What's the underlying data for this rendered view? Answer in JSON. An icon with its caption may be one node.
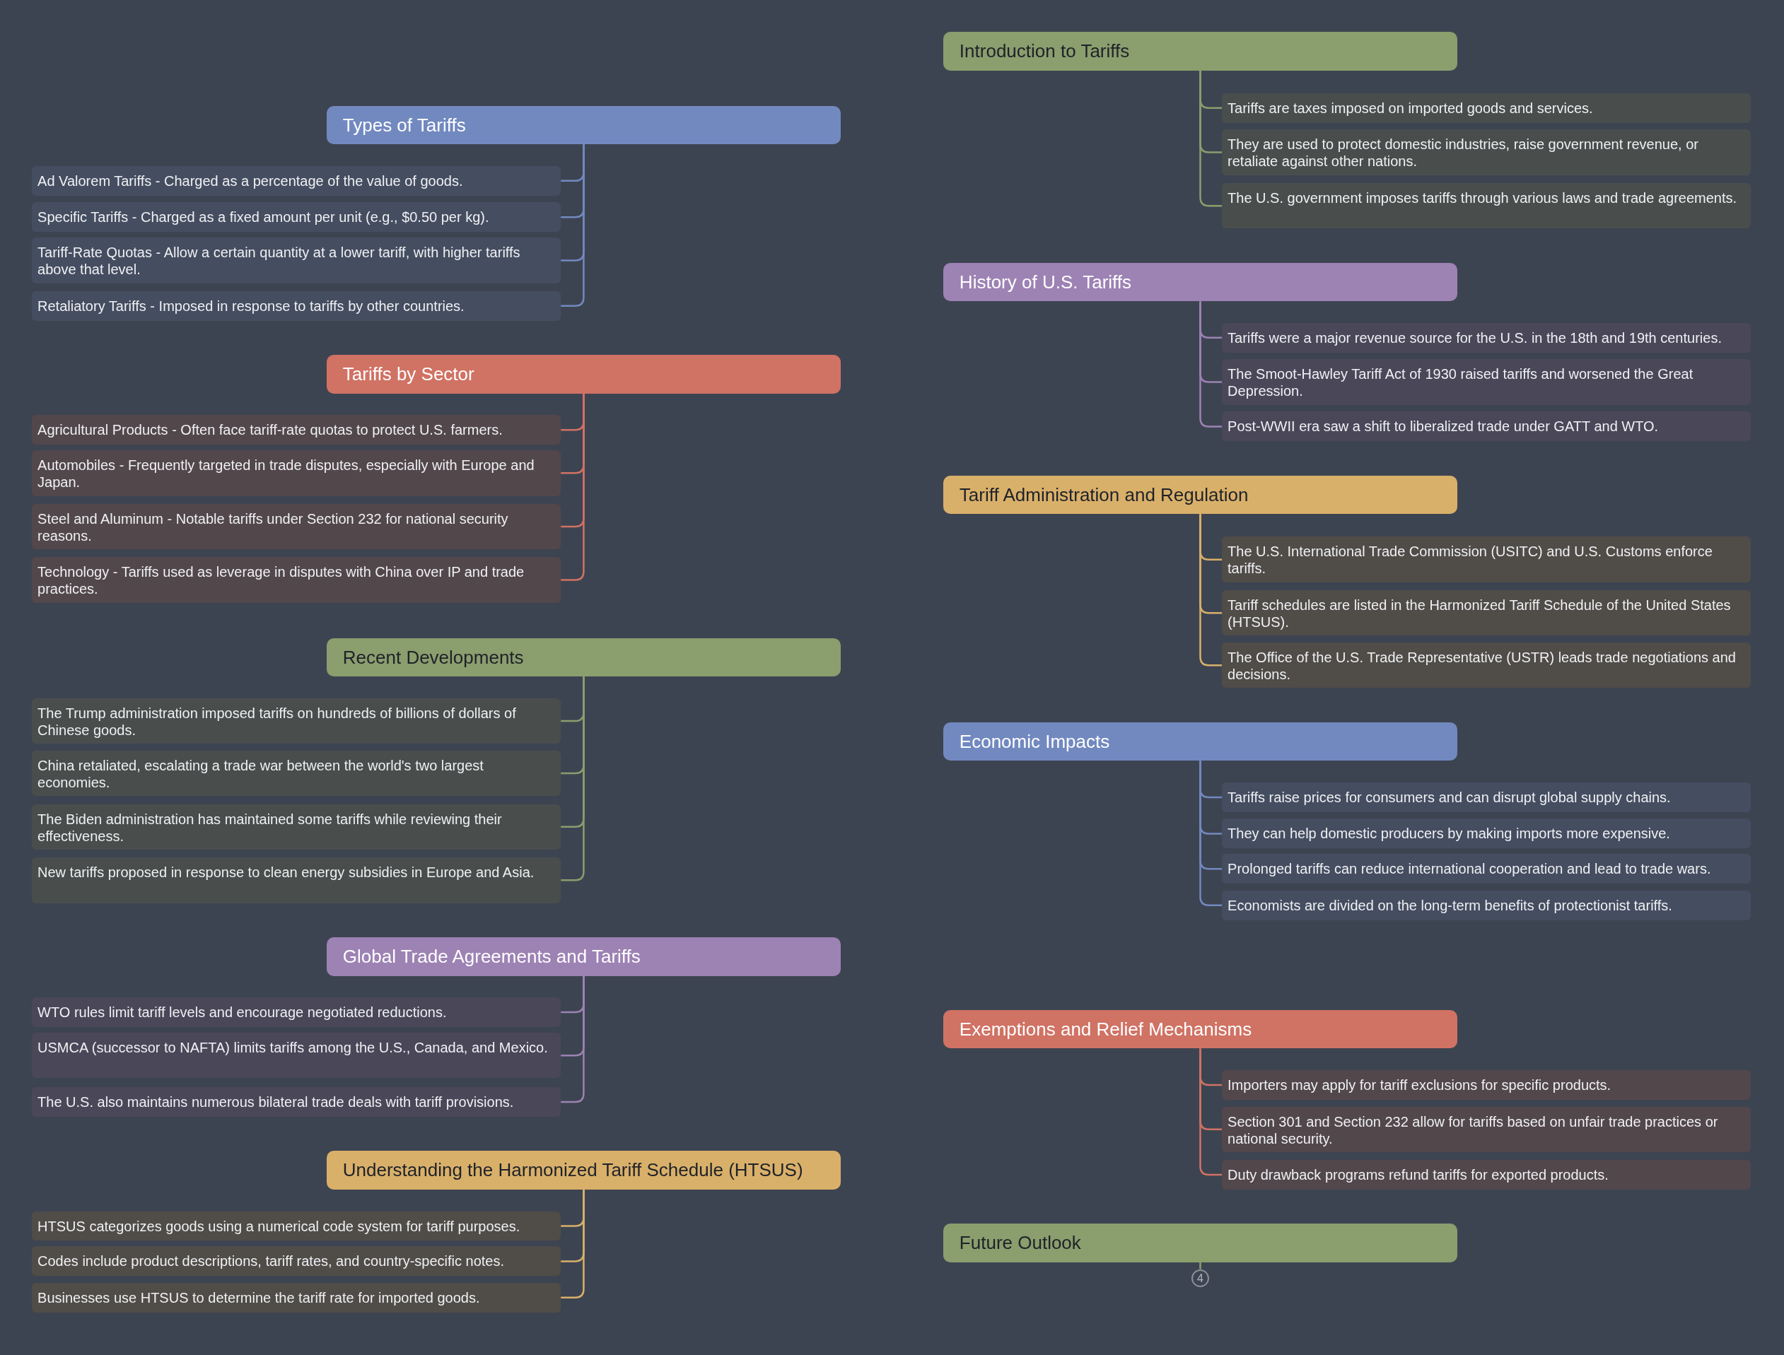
{
  "diagram": {
    "nodes": [
      {
        "text": [
          "Types of Tariffs"
        ]
      },
      {
        "text": [
          "Ad Valorem Tariffs - Charged as a percentage of the value of goods."
        ]
      },
      {
        "text": [
          "Specific Tariffs - Charged as a fixed amount per unit (e.g., $0.50 per kg)."
        ]
      },
      {
        "text": [
          "Tariff-Rate Quotas - Allow a certain quantity at a lower tariff, with higher tariffs above that level."
        ]
      },
      {
        "text": [
          "Retaliatory Tariffs - Imposed in response to tariffs by other countries."
        ]
      },
      {
        "text": [
          "Tariffs by Sector"
        ]
      },
      {
        "text": [
          "Agricultural Products - Often face tariff-rate quotas to protect U.S. farmers."
        ]
      },
      {
        "text": [
          "Automobiles - Frequently targeted in trade disputes, especially with Europe and Japan."
        ]
      },
      {
        "text": [
          "Steel and Aluminum - Notable tariffs under Section 232 for national security reasons."
        ]
      },
      {
        "text": [
          "Technology - Tariffs used as leverage in disputes with China over IP and trade practices."
        ]
      },
      {
        "text": [
          "Recent Developments"
        ]
      },
      {
        "text": [
          "The Trump administration imposed tariffs on hundreds of billions of dollars of Chinese goods."
        ]
      },
      {
        "text": [
          "China retaliated, escalating a trade war between the world's two largest economies."
        ]
      },
      {
        "text": [
          "The Biden administration has maintained some tariffs while reviewing their effectiveness."
        ]
      },
      {
        "text": [
          "New tariffs proposed in response to clean energy subsidies in Europe and Asia."
        ]
      },
      {
        "text": [
          "Global Trade Agreements and Tariffs"
        ]
      },
      {
        "text": [
          "WTO rules limit tariff levels and encourage negotiated reductions."
        ]
      },
      {
        "text": [
          "USMCA (successor to NAFTA) limits tariffs among the U.S., Canada, and Mexico."
        ]
      },
      {
        "text": [
          "The U.S. also maintains numerous bilateral trade deals with tariff provisions."
        ]
      },
      {
        "text": [
          "Understanding the Harmonized Tariff Schedule (HTSUS)"
        ]
      },
      {
        "text": [
          "HTSUS categorizes goods using a numerical code system for tariff purposes."
        ]
      },
      {
        "text": [
          "Codes include product descriptions, tariff rates, and country-specific notes."
        ]
      },
      {
        "text": [
          "Businesses use HTSUS to determine the tariff rate for imported goods."
        ]
      },
      {
        "text": [
          "Introduction to Tariffs"
        ]
      },
      {
        "text": [
          "Tariffs are taxes imposed on imported goods and services."
        ]
      },
      {
        "text": [
          "They are used to protect domestic industries, raise government revenue, or retaliate against other nations."
        ]
      },
      {
        "text": [
          "The U.S. government imposes tariffs through various laws and trade agreements."
        ]
      },
      {
        "text": [
          "History of U.S. Tariffs"
        ]
      },
      {
        "text": [
          "Tariffs were a major revenue source for the U.S. in the 18th and 19th centuries."
        ]
      },
      {
        "text": [
          "The Smoot-Hawley Tariff Act of 1930 raised tariffs and worsened the Great Depression."
        ]
      },
      {
        "text": [
          "Post-WWII era saw a shift to liberalized trade under GATT and WTO."
        ]
      },
      {
        "text": [
          "Tariff Administration and Regulation"
        ]
      },
      {
        "text": [
          "The U.S. International Trade Commission (USITC) and U.S. Customs enforce tariffs."
        ]
      },
      {
        "text": [
          "Tariff schedules are listed in the Harmonized Tariff Schedule of the United States (HTSUS)."
        ]
      },
      {
        "text": [
          "The Office of the U.S. Trade Representative (USTR) leads trade negotiations and decisions."
        ]
      },
      {
        "text": [
          "Economic Impacts"
        ]
      },
      {
        "text": [
          "Tariffs raise prices for consumers and can disrupt global supply chains."
        ]
      },
      {
        "text": [
          "They can help domestic producers by making imports more expensive."
        ]
      },
      {
        "text": [
          "Prolonged tariffs can reduce international cooperation and lead to trade wars."
        ]
      },
      {
        "text": [
          "Economists are divided on the long-term benefits of protectionist tariffs."
        ]
      },
      {
        "text": [
          "Exemptions and Relief Mechanisms"
        ]
      },
      {
        "text": [
          "Importers may apply for tariff exclusions for specific products."
        ]
      },
      {
        "text": [
          "Section 301 and Section 232 allow for tariffs based on unfair trade practices or national security."
        ]
      },
      {
        "text": [
          "Duty drawback programs refund tariffs for exported products."
        ]
      },
      {
        "text": [
          "Future Outlook"
        ]
      },
      {
        "text": [
          "4"
        ]
      }
    ],
    "edges": [
      {
        "from": 0,
        "to": 1,
        "arrow": "none",
        "color": "#7289c0"
      },
      {
        "from": 0,
        "to": 2,
        "arrow": "none",
        "color": "#7289c0"
      },
      {
        "from": 0,
        "to": 3,
        "arrow": "none",
        "color": "#7289c0"
      },
      {
        "from": 0,
        "to": 4,
        "arrow": "none",
        "color": "#7289c0"
      },
      {
        "from": 5,
        "to": 6,
        "arrow": "none",
        "color": "#d07264"
      },
      {
        "from": 5,
        "to": 7,
        "arrow": "none",
        "color": "#d07264"
      },
      {
        "from": 5,
        "to": 8,
        "arrow": "none",
        "color": "#d07264"
      },
      {
        "from": 5,
        "to": 9,
        "arrow": "none",
        "color": "#d07264"
      },
      {
        "from": 10,
        "to": 11,
        "arrow": "none",
        "color": "#8a9e6e"
      },
      {
        "from": 10,
        "to": 12,
        "arrow": "none",
        "color": "#8a9e6e"
      },
      {
        "from": 10,
        "to": 13,
        "arrow": "none",
        "color": "#8a9e6e"
      },
      {
        "from": 10,
        "to": 14,
        "arrow": "none",
        "color": "#8a9e6e"
      },
      {
        "from": 15,
        "to": 16,
        "arrow": "none",
        "color": "#9d82b4"
      },
      {
        "from": 15,
        "to": 17,
        "arrow": "none",
        "color": "#9d82b4"
      },
      {
        "from": 15,
        "to": 18,
        "arrow": "none",
        "color": "#9d82b4"
      },
      {
        "from": 19,
        "to": 20,
        "arrow": "none",
        "color": "#d9b06a"
      },
      {
        "from": 19,
        "to": 21,
        "arrow": "none",
        "color": "#d9b06a"
      },
      {
        "from": 19,
        "to": 22,
        "arrow": "none",
        "color": "#d9b06a"
      },
      {
        "from": 23,
        "to": 24,
        "arrow": "none",
        "color": "#8a9e6e"
      },
      {
        "from": 23,
        "to": 25,
        "arrow": "none",
        "color": "#8a9e6e"
      },
      {
        "from": 23,
        "to": 26,
        "arrow": "none",
        "color": "#8a9e6e"
      },
      {
        "from": 27,
        "to": 28,
        "arrow": "none",
        "color": "#9d82b4"
      },
      {
        "from": 27,
        "to": 29,
        "arrow": "none",
        "color": "#9d82b4"
      },
      {
        "from": 27,
        "to": 30,
        "arrow": "none",
        "color": "#9d82b4"
      },
      {
        "from": 31,
        "to": 32,
        "arrow": "none",
        "color": "#d9b06a"
      },
      {
        "from": 31,
        "to": 33,
        "arrow": "none",
        "color": "#d9b06a"
      },
      {
        "from": 31,
        "to": 34,
        "arrow": "none",
        "color": "#d9b06a"
      },
      {
        "from": 35,
        "to": 36,
        "arrow": "none",
        "color": "#7289c0"
      },
      {
        "from": 35,
        "to": 37,
        "arrow": "none",
        "color": "#7289c0"
      },
      {
        "from": 35,
        "to": 38,
        "arrow": "none",
        "color": "#7289c0"
      },
      {
        "from": 35,
        "to": 39,
        "arrow": "none",
        "color": "#7289c0"
      },
      {
        "from": 40,
        "to": 41,
        "arrow": "none",
        "color": "#d07264"
      },
      {
        "from": 40,
        "to": 42,
        "arrow": "none",
        "color": "#d07264"
      },
      {
        "from": 40,
        "to": 43,
        "arrow": "none",
        "color": "#d07264"
      },
      {
        "from": 44,
        "to": 45,
        "arrow": "none",
        "color": "#8a9e6e"
      }
    ]
  }
}
